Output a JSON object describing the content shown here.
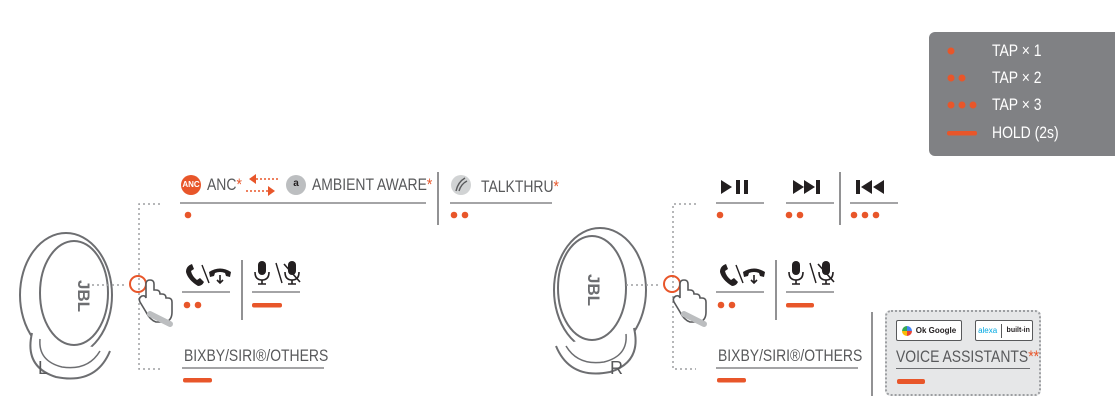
{
  "legend": {
    "items": [
      {
        "label": "TAP × 1",
        "marker": "dot-1"
      },
      {
        "label": "TAP × 2",
        "marker": "dot-2"
      },
      {
        "label": "TAP × 3",
        "marker": "dot-3"
      },
      {
        "label": "HOLD (2s)",
        "marker": "bar"
      }
    ]
  },
  "left": {
    "side_label": "L",
    "brand": "JBL",
    "row1": {
      "anc_badge": "ANC",
      "anc_label": "ANC",
      "ambient_badge": "a",
      "ambient_label": "AMBIENT AWARE",
      "talkthru_label": "TALKTHRU",
      "star": "*"
    },
    "row3": {
      "label": "BIXBY/SIRI®/OTHERS"
    }
  },
  "right": {
    "side_label": "R",
    "brand": "JBL",
    "row3": {
      "label": "BIXBY/SIRI®/OTHERS"
    },
    "voice": {
      "label": "VOICE ASSISTANTS",
      "stars": "**",
      "google_logo": "Ok Google",
      "alexa_logo": "alexa",
      "alexa_builtin": "built-in"
    }
  },
  "colors": {
    "accent": "#e8562a",
    "gray": "#58595b",
    "legend_bg": "#808184",
    "voice_bg": "#e6e7e8"
  },
  "icons": [
    "play-pause-icon",
    "next-track-icon",
    "previous-track-icon",
    "answer-call-icon",
    "end-call-icon",
    "mic-icon",
    "mic-mute-icon",
    "hand-tap-icon",
    "earbud-icon"
  ]
}
